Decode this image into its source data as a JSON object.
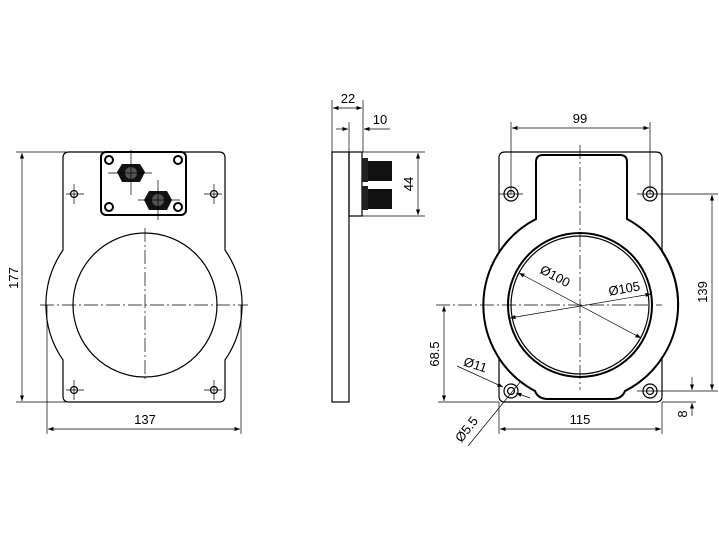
{
  "views": {
    "front": {
      "dimensions": {
        "height": "177",
        "width": "137"
      }
    },
    "side": {
      "dimensions": {
        "depth_total": "22",
        "depth_housing": "10",
        "housing_height": "44"
      }
    },
    "rear": {
      "dimensions": {
        "hole_spacing_x": "99",
        "hole_spacing_y": "139",
        "center_height": "68.5",
        "width": "115",
        "hole_offset": "8",
        "inner_diameter": "Ø100",
        "ring_diameter": "Ø105",
        "counterbore_diameter": "Ø11",
        "hole_diameter": "Ø5.5"
      }
    }
  }
}
